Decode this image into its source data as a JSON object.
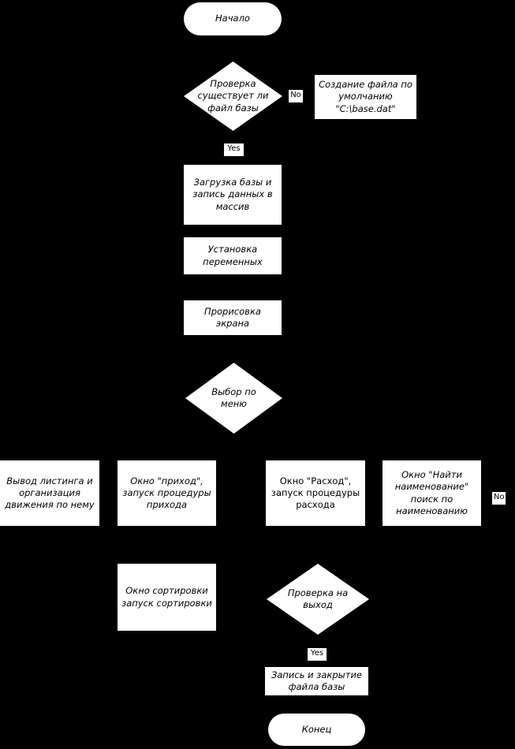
{
  "diagram": {
    "title": "Flowchart",
    "background_color": "#000000",
    "node_fill_color": "#ffffff",
    "node_text_color": "#000000",
    "nodes": [
      {
        "id": "start",
        "type": "terminator",
        "label": "Начало"
      },
      {
        "id": "check_file",
        "type": "decision",
        "label": "Проверка существует ли файл базы"
      },
      {
        "id": "create_file",
        "type": "process",
        "label": "Создание файла по умолчанию \"C:\\base.dat\""
      },
      {
        "id": "load_base",
        "type": "process",
        "label": "Загрузка базы и запись данных в массив"
      },
      {
        "id": "set_vars",
        "type": "process",
        "label": "Установка переменных"
      },
      {
        "id": "draw_screen",
        "type": "process",
        "label": "Прорисовка экрана"
      },
      {
        "id": "menu_choice",
        "type": "decision",
        "label": "Выбор по меню"
      },
      {
        "id": "listing",
        "type": "process",
        "label": "Вывод листинга и организация движения по нему"
      },
      {
        "id": "income",
        "type": "process",
        "label": "Окно \"приход\", запуск процедуры прихода"
      },
      {
        "id": "expense",
        "type": "process",
        "label": "Окно \"Расход\", запуск процедуры расхода"
      },
      {
        "id": "find",
        "type": "process",
        "label": "Окно \"Найти наименование\" поиск по наименованию"
      },
      {
        "id": "sort",
        "type": "process",
        "label": "Окно сортировки запуск сортировки"
      },
      {
        "id": "check_exit",
        "type": "decision",
        "label": "Проверка на выход"
      },
      {
        "id": "save_close",
        "type": "process",
        "label": "Запись и закрытие файла базы"
      },
      {
        "id": "end",
        "type": "terminator",
        "label": "Конец"
      }
    ],
    "edge_labels": [
      {
        "id": "no_create_file",
        "text": "No"
      },
      {
        "id": "yes_load_base",
        "text": "Yes"
      },
      {
        "id": "no_find",
        "text": "No"
      },
      {
        "id": "yes_save_close",
        "text": "Yes"
      }
    ]
  }
}
